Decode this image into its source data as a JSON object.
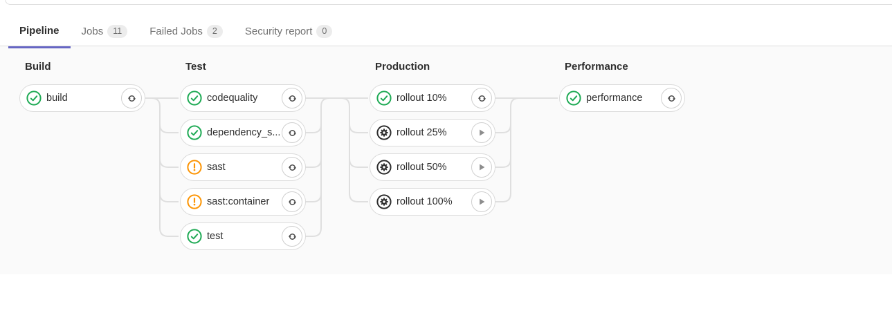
{
  "colors": {
    "accent": "#6666c4",
    "success": "#1faa55",
    "warning": "#fc9403",
    "manual": "#2e2e2e",
    "connector": "#dfdfdf"
  },
  "tabs": [
    {
      "label": "Pipeline",
      "active": true
    },
    {
      "label": "Jobs",
      "badge": "11"
    },
    {
      "label": "Failed Jobs",
      "badge": "2"
    },
    {
      "label": "Security report",
      "badge": "0"
    }
  ],
  "pipeline": {
    "stages": [
      {
        "name": "Build",
        "jobs": [
          {
            "label": "build",
            "status": "success",
            "action": "retry"
          }
        ]
      },
      {
        "name": "Test",
        "jobs": [
          {
            "label": "codequality",
            "status": "success",
            "action": "retry"
          },
          {
            "label": "dependency_s...",
            "status": "success",
            "action": "retry"
          },
          {
            "label": "sast",
            "status": "warning",
            "action": "retry"
          },
          {
            "label": "sast:container",
            "status": "warning",
            "action": "retry"
          },
          {
            "label": "test",
            "status": "success",
            "action": "retry"
          }
        ]
      },
      {
        "name": "Production",
        "jobs": [
          {
            "label": "rollout 10%",
            "status": "success",
            "action": "retry"
          },
          {
            "label": "rollout 25%",
            "status": "manual",
            "action": "play"
          },
          {
            "label": "rollout 50%",
            "status": "manual",
            "action": "play"
          },
          {
            "label": "rollout 100%",
            "status": "manual",
            "action": "play"
          }
        ]
      },
      {
        "name": "Performance",
        "jobs": [
          {
            "label": "performance",
            "status": "success",
            "action": "retry"
          }
        ]
      }
    ]
  }
}
